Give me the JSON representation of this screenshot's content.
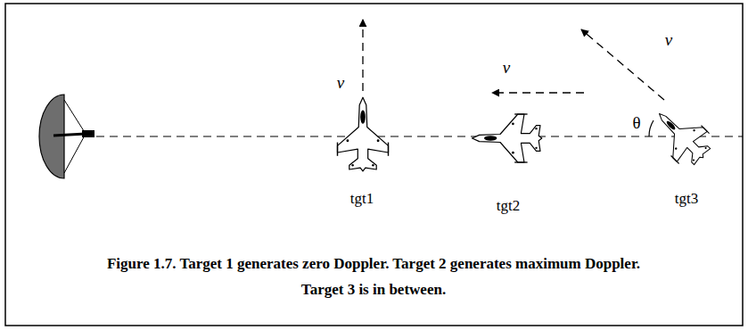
{
  "diagram": {
    "caption": "Figure 1.7. Target 1 generates zero Doppler. Target 2 generates maximum Doppler. Target 3 is in between.",
    "labels": [
      "v",
      "v",
      "v",
      "θ",
      "tgt1",
      "tgt2",
      "tgt3"
    ]
  }
}
